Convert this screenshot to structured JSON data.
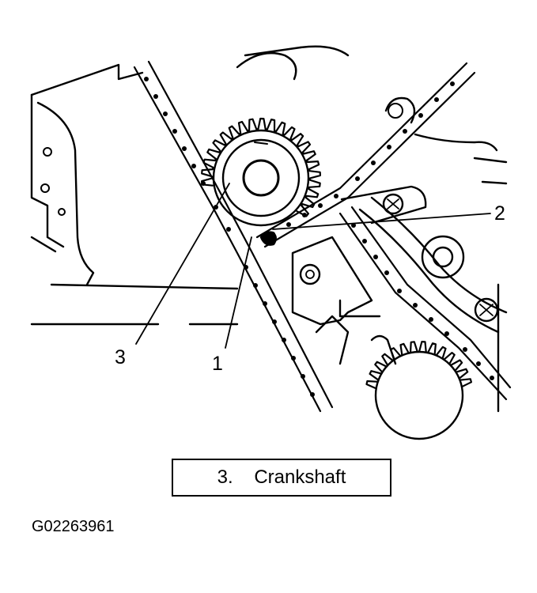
{
  "callouts": [
    {
      "number": "1"
    },
    {
      "number": "2"
    },
    {
      "number": "3"
    }
  ],
  "caption": {
    "number": "3.",
    "text": "Crankshaft"
  },
  "figure_id": "G02263961",
  "colors": {
    "ink": "#000000",
    "paper": "#ffffff"
  }
}
